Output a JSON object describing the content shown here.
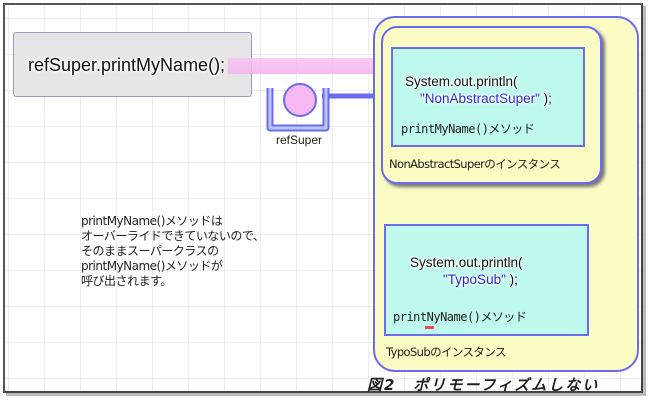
{
  "call": {
    "code": "refSuper.printMyName();"
  },
  "variable": {
    "name": "refSuper"
  },
  "instance_super": {
    "code_line1": "System.out.println(",
    "code_string": "\"NonAbstractSuper\"",
    "code_end": " );",
    "method_label": "printMyName()メソッド",
    "instance_label": "NonAbstractSuperのインスタンス"
  },
  "instance_sub": {
    "code_line1": "System.out.println(",
    "code_string": "\"TypoSub\"",
    "code_end": " );",
    "method_label": "printNyName()メソッド",
    "instance_label": "TypoSubのインスタンス"
  },
  "note": {
    "lines": [
      "printMyName()メソッドは",
      "オーバーライドできていないので、",
      "そのままスーパークラスの",
      "printMyName()メソッドが",
      "呼び出されます。"
    ]
  },
  "caption": "図2　ポリモーフィズムしない",
  "colors": {
    "border": "#6b6bf0",
    "outer_fill": "#fbfbc4",
    "method_fill": "#bff9ee",
    "arrow": "#f7b8f0",
    "string": "#2a2ad8",
    "typo_mark": "#f04a5a"
  }
}
